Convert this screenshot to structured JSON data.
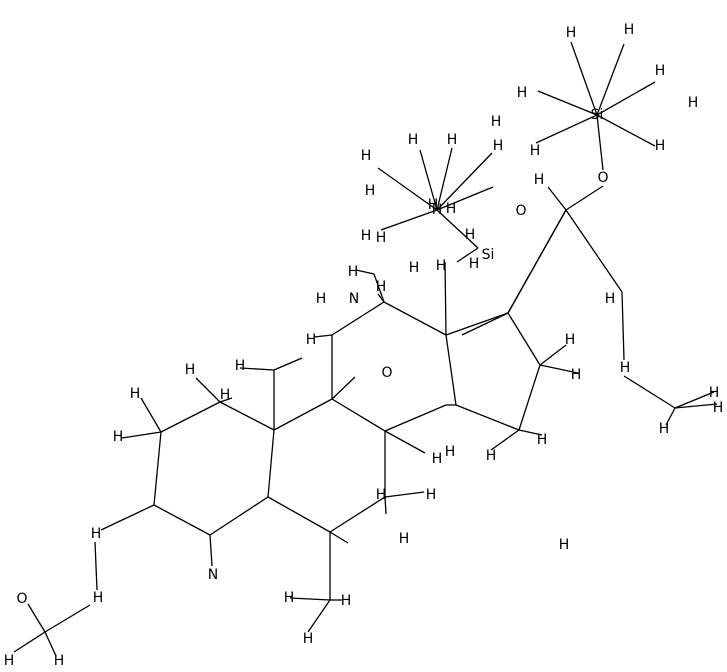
{
  "structure": {
    "atom_labels": [
      {
        "id": "h01",
        "text": "H"
      },
      {
        "id": "h02",
        "text": "H"
      },
      {
        "id": "h03",
        "text": "H"
      },
      {
        "id": "h04",
        "text": "H"
      },
      {
        "id": "h05",
        "text": "H"
      },
      {
        "id": "si1",
        "text": "Si"
      },
      {
        "id": "h06",
        "text": "H"
      },
      {
        "id": "h07",
        "text": "H"
      },
      {
        "id": "h08",
        "text": "H"
      },
      {
        "id": "h09",
        "text": "H"
      },
      {
        "id": "o1",
        "text": "O"
      },
      {
        "id": "h10",
        "text": "H"
      },
      {
        "id": "h11",
        "text": "H"
      },
      {
        "id": "h12",
        "text": "H"
      },
      {
        "id": "h13",
        "text": "H"
      },
      {
        "id": "h14",
        "text": "H"
      },
      {
        "id": "h15",
        "text": "H"
      },
      {
        "id": "si2",
        "text": "Si"
      },
      {
        "id": "o2",
        "text": "O"
      },
      {
        "id": "h16",
        "text": "H"
      },
      {
        "id": "h17",
        "text": "H"
      },
      {
        "id": "h18",
        "text": "H"
      },
      {
        "id": "h19",
        "text": "H"
      },
      {
        "id": "h20",
        "text": "H"
      },
      {
        "id": "h21",
        "text": "H"
      },
      {
        "id": "h22",
        "text": "H"
      },
      {
        "id": "h23",
        "text": "H"
      },
      {
        "id": "h24",
        "text": "H"
      },
      {
        "id": "h25",
        "text": "H"
      },
      {
        "id": "n1",
        "text": "N"
      },
      {
        "id": "h26",
        "text": "H"
      },
      {
        "id": "h27",
        "text": "H"
      },
      {
        "id": "h28",
        "text": "H"
      },
      {
        "id": "h29",
        "text": "H"
      },
      {
        "id": "h30",
        "text": "H"
      },
      {
        "id": "h31",
        "text": "H"
      },
      {
        "id": "h32",
        "text": "H"
      },
      {
        "id": "h33",
        "text": "H"
      },
      {
        "id": "o3",
        "text": "O"
      },
      {
        "id": "h34",
        "text": "H"
      },
      {
        "id": "h35",
        "text": "H"
      },
      {
        "id": "h36",
        "text": "H"
      },
      {
        "id": "h37",
        "text": "H"
      },
      {
        "id": "h38",
        "text": "H"
      },
      {
        "id": "h39",
        "text": "H"
      },
      {
        "id": "h40",
        "text": "H"
      },
      {
        "id": "h41",
        "text": "H"
      },
      {
        "id": "h42",
        "text": "H"
      },
      {
        "id": "h43",
        "text": "H"
      },
      {
        "id": "h44",
        "text": "H"
      },
      {
        "id": "h45",
        "text": "H"
      },
      {
        "id": "h46",
        "text": "H"
      },
      {
        "id": "h47",
        "text": "H"
      },
      {
        "id": "h48",
        "text": "H"
      },
      {
        "id": "n2",
        "text": "N"
      },
      {
        "id": "h49",
        "text": "H"
      },
      {
        "id": "o4",
        "text": "O"
      },
      {
        "id": "h50",
        "text": "H"
      },
      {
        "id": "h51",
        "text": "H"
      },
      {
        "id": "h52",
        "text": "H"
      },
      {
        "id": "h53",
        "text": "H"
      },
      {
        "id": "h54",
        "text": "H"
      }
    ]
  }
}
